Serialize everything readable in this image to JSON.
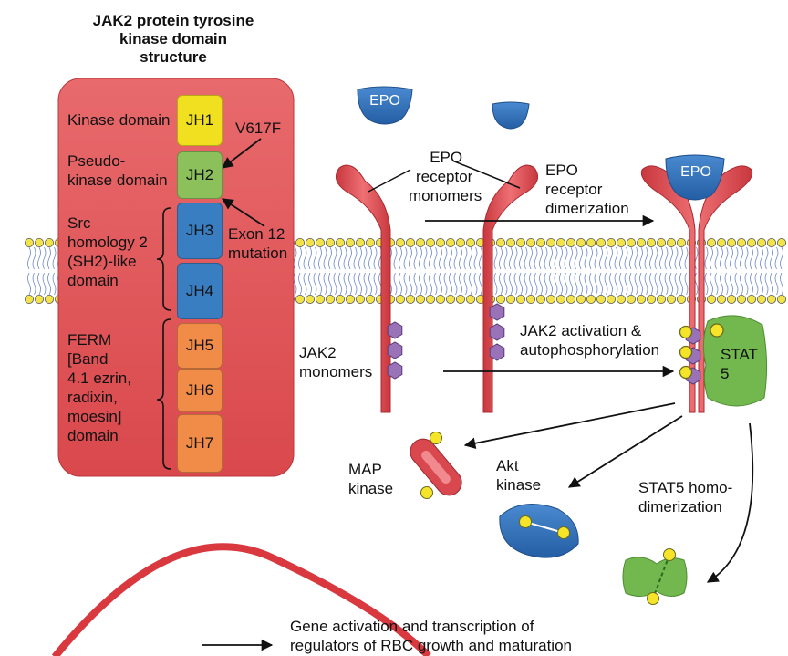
{
  "jak2_panel": {
    "title_lines": [
      "JAK2 protein tyrosine",
      "kinase domain",
      "structure"
    ],
    "domain_labels": {
      "kinase": "Kinase domain",
      "pseudo_line1": "Pseudo-",
      "pseudo_line2": "kinase domain",
      "sh2_lines": [
        "Src",
        "homology 2",
        "(SH2)-like",
        "domain"
      ],
      "ferm_lines": [
        "FERM",
        "[Band",
        "4.1 ezrin,",
        "radixin,",
        "moesin]",
        "domain"
      ]
    },
    "domains": [
      "JH1",
      "JH2",
      "JH3",
      "JH4",
      "JH5",
      "JH6",
      "JH7"
    ],
    "mutations": {
      "v617f": "V617F",
      "exon12_line1": "Exon 12",
      "exon12_line2": "mutation"
    }
  },
  "pathway": {
    "epo": "EPO",
    "epo_receptor_monomers": [
      "EPO",
      "receptor",
      "monomers"
    ],
    "epo_receptor_dimerization": [
      "EPO",
      "receptor",
      "dimerization"
    ],
    "jak2_monomers": [
      "JAK2",
      "monomers"
    ],
    "jak2_activation": [
      "JAK2 activation &",
      "autophosphorylation"
    ],
    "stat5": [
      "STAT",
      "5"
    ],
    "map_kinase": [
      "MAP",
      "kinase"
    ],
    "akt_kinase": [
      "Akt",
      "kinase"
    ],
    "stat5_homodimerization": [
      "STAT5 homo-",
      "dimerization"
    ],
    "gene_activation": [
      "Gene activation and transcription of",
      "regulators of RBC growth and maturation"
    ]
  },
  "colors": {
    "panel_fill": "#e0585a",
    "receptor": "#e0545a",
    "epo_blue": "#2f6fb6",
    "jh1": "#f0e020",
    "jh2": "#8cc05a",
    "jh3_4": "#3a7ec2",
    "jh5_7": "#f08c48",
    "jak_hex": "#9a72b8",
    "stat_green": "#72b84e",
    "membrane_head": "#f2e34a",
    "membrane_tail": "#6a86c8"
  }
}
